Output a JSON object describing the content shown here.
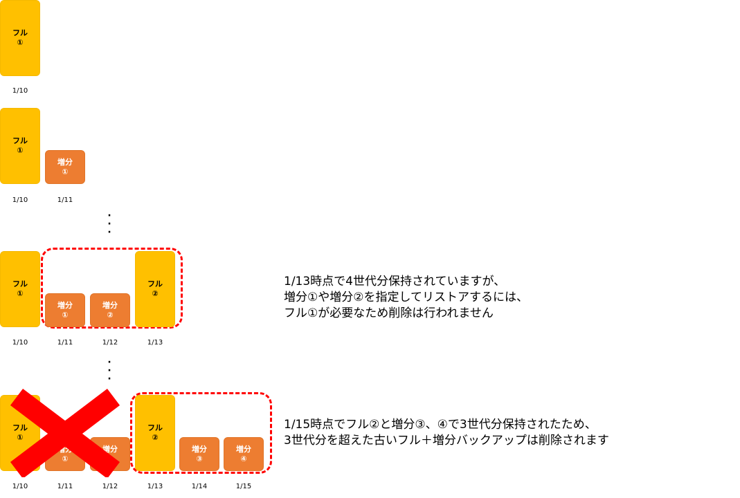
{
  "labels": {
    "full": "フル",
    "inc": "増分",
    "c1": "①",
    "c2": "②",
    "c3": "③",
    "c4": "④",
    "ellipsis": "⋮"
  },
  "dates": {
    "d10": "1/10",
    "d11": "1/11",
    "d12": "1/12",
    "d13": "1/13",
    "d14": "1/14",
    "d15": "1/15"
  },
  "notes": {
    "row3": [
      "1/13時点で4世代分保持されていますが、",
      "増分①や増分②を指定してリストアするには、",
      "フル①が必要なため削除は行われません"
    ],
    "row4": [
      "1/15時点でフル②と増分③、④で3世代分保持されたため、",
      "3世代分を超えた古いフル＋増分バックアップは削除されます"
    ]
  },
  "colors": {
    "full": "#ffc000",
    "incremental": "#ed7d31",
    "dashed_border": "#ff0000",
    "cross": "#ff0000"
  },
  "icons": {
    "deleted_mark": "red-cross-icon"
  }
}
